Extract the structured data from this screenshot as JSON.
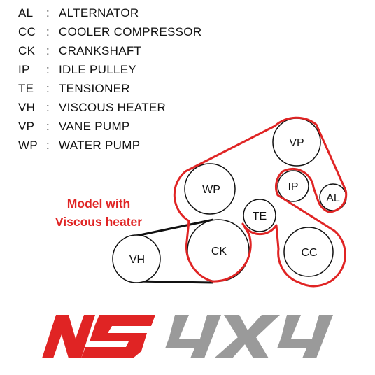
{
  "legend": [
    {
      "abbr": "AL",
      "sep": ":",
      "full": "ALTERNATOR"
    },
    {
      "abbr": "CC",
      "sep": ":",
      "full": "COOLER COMPRESSOR"
    },
    {
      "abbr": "CK",
      "sep": ":",
      "full": "CRANKSHAFT"
    },
    {
      "abbr": "IP",
      "sep": ":",
      "full": "IDLE PULLEY"
    },
    {
      "abbr": "TE",
      "sep": ":",
      "full": "TENSIONER"
    },
    {
      "abbr": "VH",
      "sep": ":",
      "full": "VISCOUS HEATER"
    },
    {
      "abbr": "VP",
      "sep": ":",
      "full": "VANE PUMP"
    },
    {
      "abbr": "WP",
      "sep": ":",
      "full": "WATER PUMP"
    }
  ],
  "pulleys": {
    "vp": "VP",
    "wp": "WP",
    "ip": "IP",
    "al": "AL",
    "te": "TE",
    "ck": "CK",
    "cc": "CC",
    "vh": "VH"
  },
  "note": {
    "line1": "Model with",
    "line2": "Viscous heater"
  },
  "logo": {
    "text": "NS4X4",
    "red": "#e02424",
    "grey": "#9a9a9a"
  },
  "colors": {
    "belt_main": "#e02424",
    "belt_secondary": "#111111",
    "pulley_outline": "#111111"
  }
}
